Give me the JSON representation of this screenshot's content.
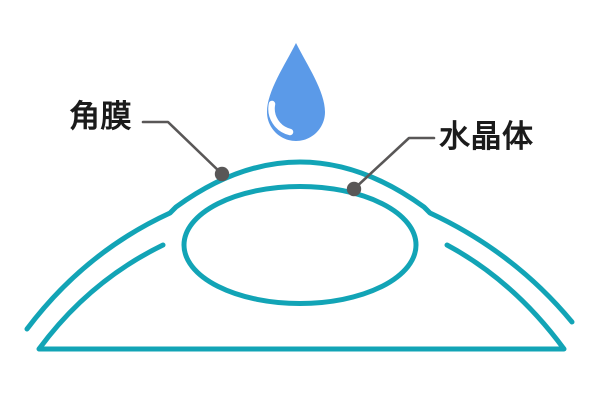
{
  "diagram": {
    "subject": "eye-cross-section-with-eye-drop",
    "labels": {
      "cornea": "角膜",
      "lens": "水晶体"
    },
    "icons": {
      "water_drop": "water-drop-icon"
    },
    "colors": {
      "eye_outline_teal": "#12a4b6",
      "water_drop_blue": "#5b9ae8",
      "drop_highlight": "#ffffff",
      "leader_gray": "#595757",
      "label_text": "#1b1b1b",
      "background": "#ffffff"
    }
  }
}
